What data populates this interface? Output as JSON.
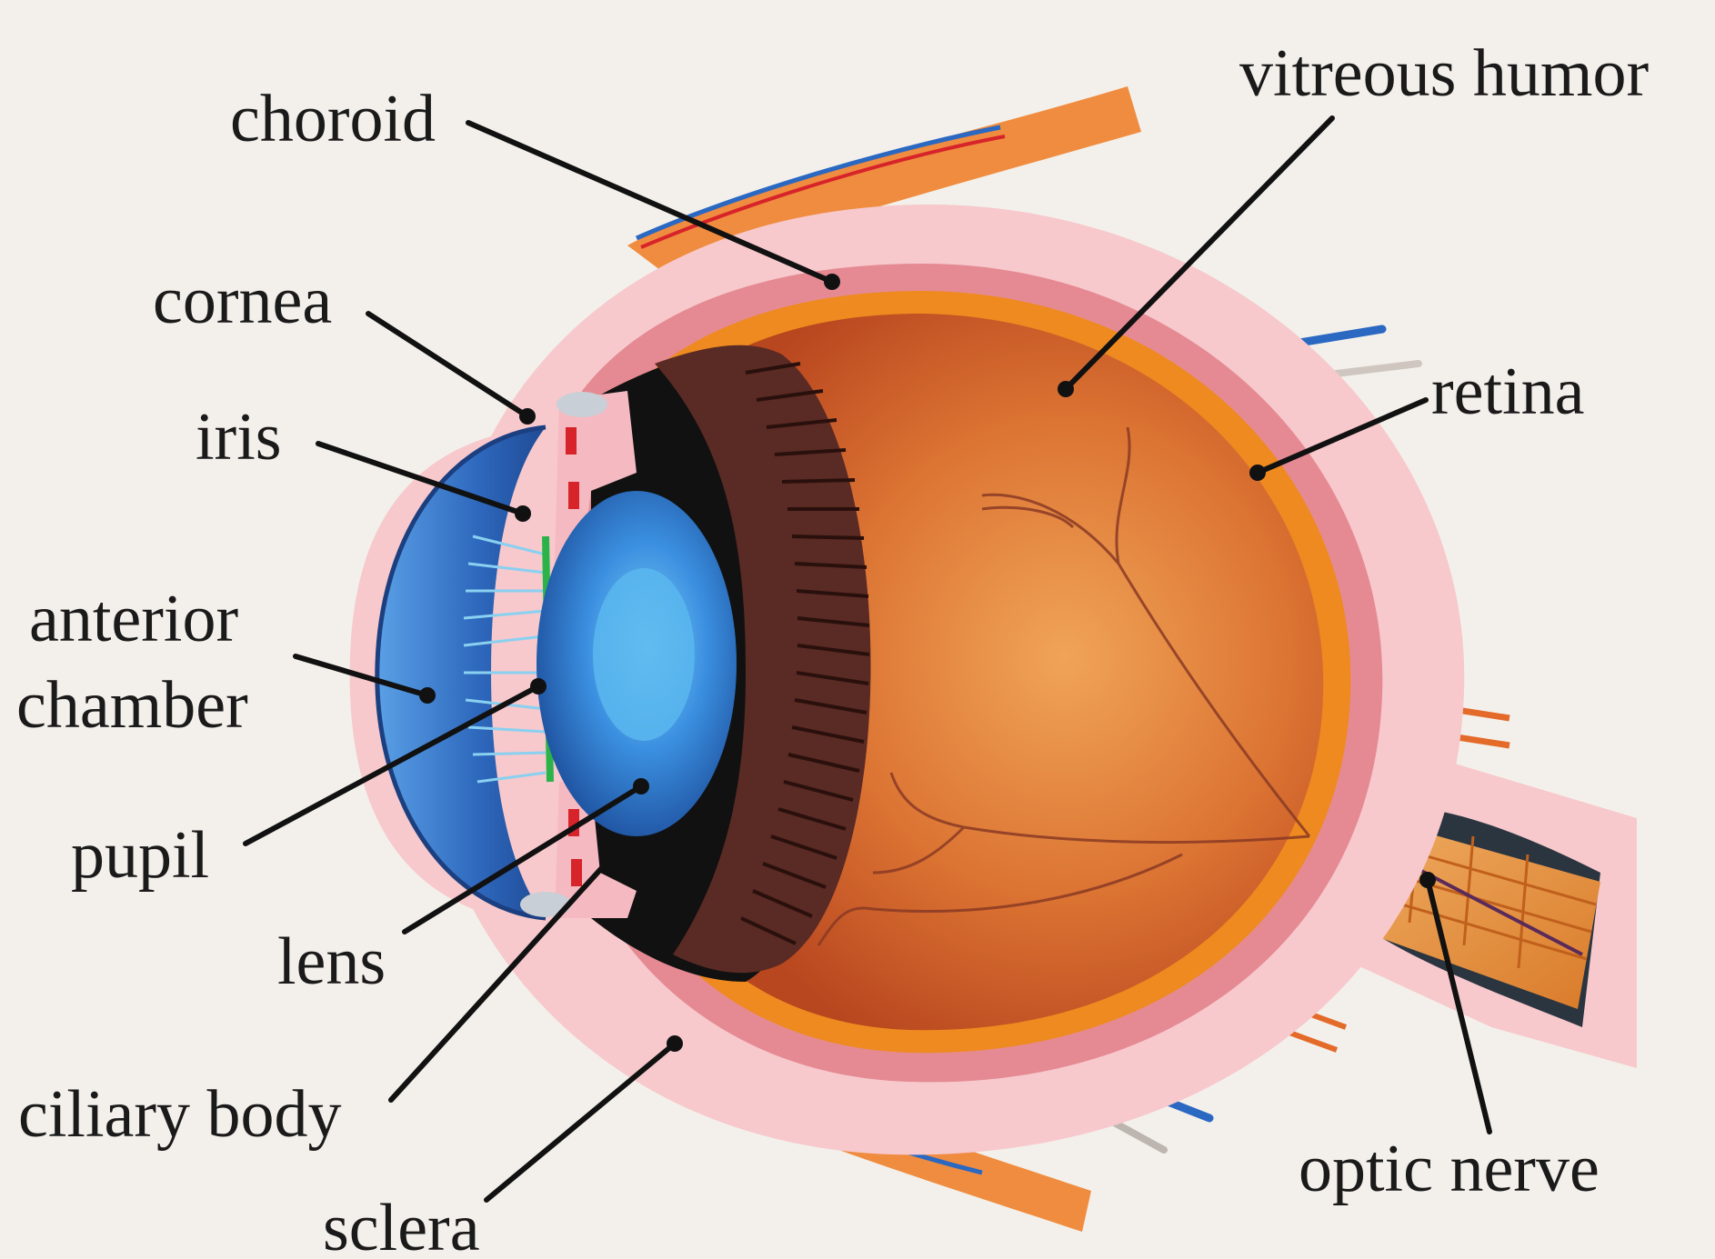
{
  "labels": {
    "choroid": "choroid",
    "vitreous_humor": "vitreous humor",
    "cornea": "cornea",
    "iris": "iris",
    "retina": "retina",
    "anterior": "anterior",
    "chamber": "chamber",
    "pupil": "pupil",
    "lens": "lens",
    "ciliary_body": "ciliary body",
    "sclera": "sclera",
    "optic_nerve": "optic nerve"
  },
  "colors": {
    "background": "#f3f0eb",
    "sclera": "#f7c9cc",
    "choroid": "#e58a93",
    "retina": "#ee8a1f",
    "vitreous": "#d7682c",
    "iris_blue": "#2f6fc4",
    "lens_blue": "#3a8fe0",
    "ciliary": "#5a2a24",
    "optic_nerve": "#e99a45"
  }
}
